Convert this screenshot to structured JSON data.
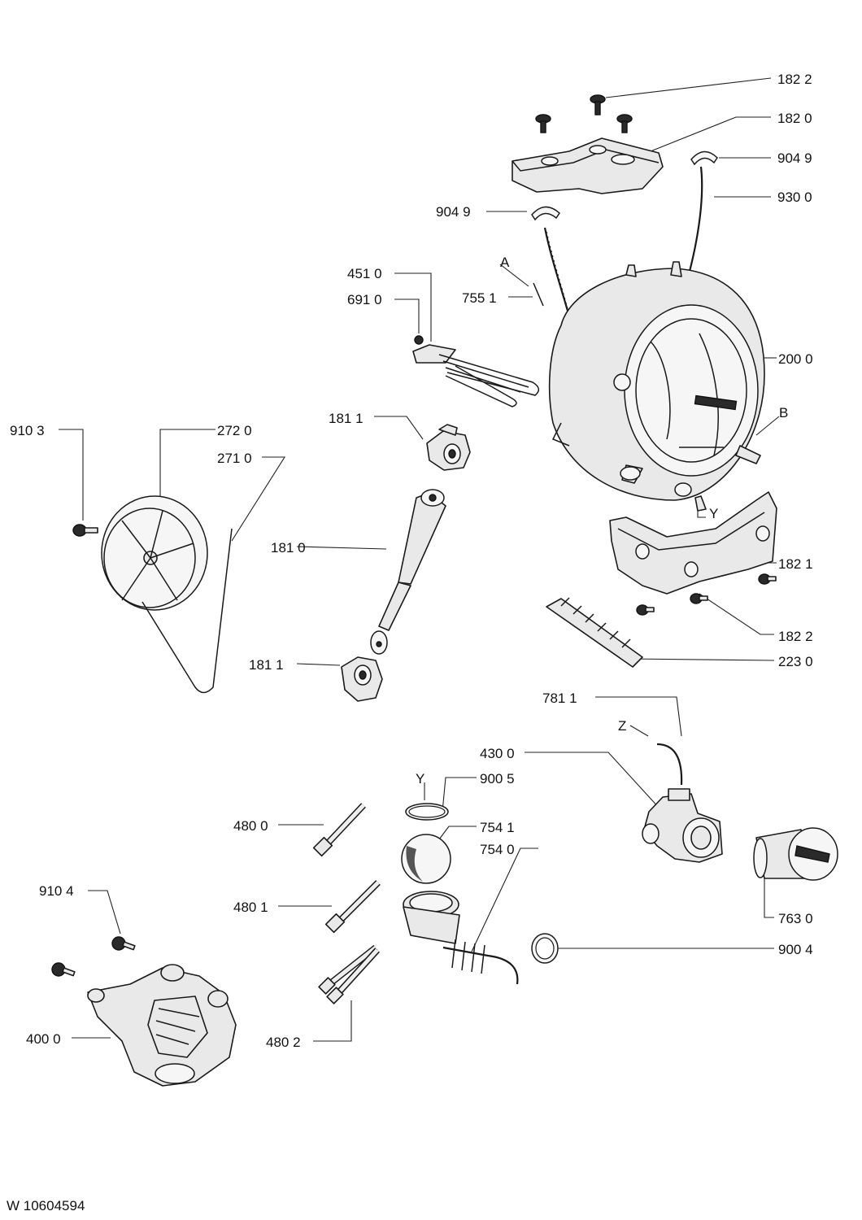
{
  "labels": {
    "l_1822_top": "182 2",
    "l_1820": "182 0",
    "l_9049_right": "904 9",
    "l_9300": "930 0",
    "l_9049_left": "904 9",
    "l_4510": "451 0",
    "l_6910": "691 0",
    "l_A": "A",
    "l_7551": "755 1",
    "l_2000": "200 0",
    "l_B": "B",
    "l_9103": "910 3",
    "l_2720": "272 0",
    "l_2710": "271 0",
    "l_1811_top": "181 1",
    "l_Y_top": "Y",
    "l_1821": "182 1",
    "l_1810": "181 0",
    "l_1822_bottom": "182 2",
    "l_2230": "223 0",
    "l_1811_bottom": "181 1",
    "l_7811": "781 1",
    "l_Z": "Z",
    "l_4300": "430 0",
    "l_Y_bottom": "Y",
    "l_9005": "900 5",
    "l_4800": "480 0",
    "l_7541": "754 1",
    "l_7540": "754 0",
    "l_9104": "910 4",
    "l_4801": "480 1",
    "l_7630": "763 0",
    "l_9004": "900 4",
    "l_4000": "400 0",
    "l_4802": "480 2",
    "drawing_id": "W 10604594"
  }
}
